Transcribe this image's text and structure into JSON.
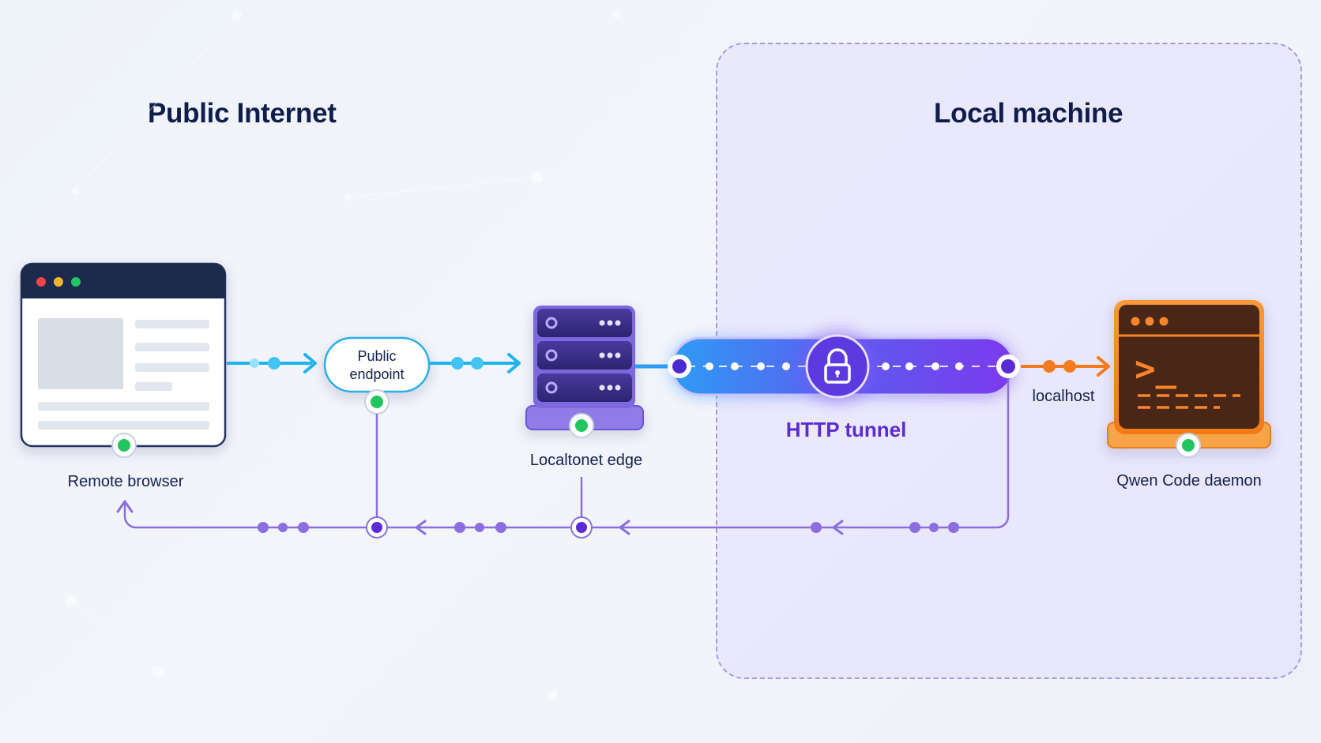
{
  "zones": {
    "public": {
      "title": "Public Internet"
    },
    "local": {
      "title": "Local machine"
    }
  },
  "nodes": {
    "browser": {
      "label": "Remote browser"
    },
    "endpoint": {
      "label_line1": "Public",
      "label_line2": "endpoint"
    },
    "edge": {
      "label": "Localtonet edge"
    },
    "tunnel": {
      "label": "HTTP tunnel"
    },
    "localhost": {
      "label": "localhost"
    },
    "daemon": {
      "label": "Qwen Code daemon",
      "prompt": ">_"
    }
  },
  "colors": {
    "forward_flow": "#1fb4ee",
    "tunnel_start": "#2f9cf5",
    "tunnel_end": "#7c3aed",
    "local_flow": "#f47c20",
    "return_flow": "#8b6fe0",
    "status_ok": "#22c55e",
    "title": "#101d4a"
  },
  "icons": {
    "browser": "browser-window-icon",
    "edge": "server-stack-icon",
    "tunnel": "padlock-icon",
    "daemon": "terminal-window-icon"
  }
}
